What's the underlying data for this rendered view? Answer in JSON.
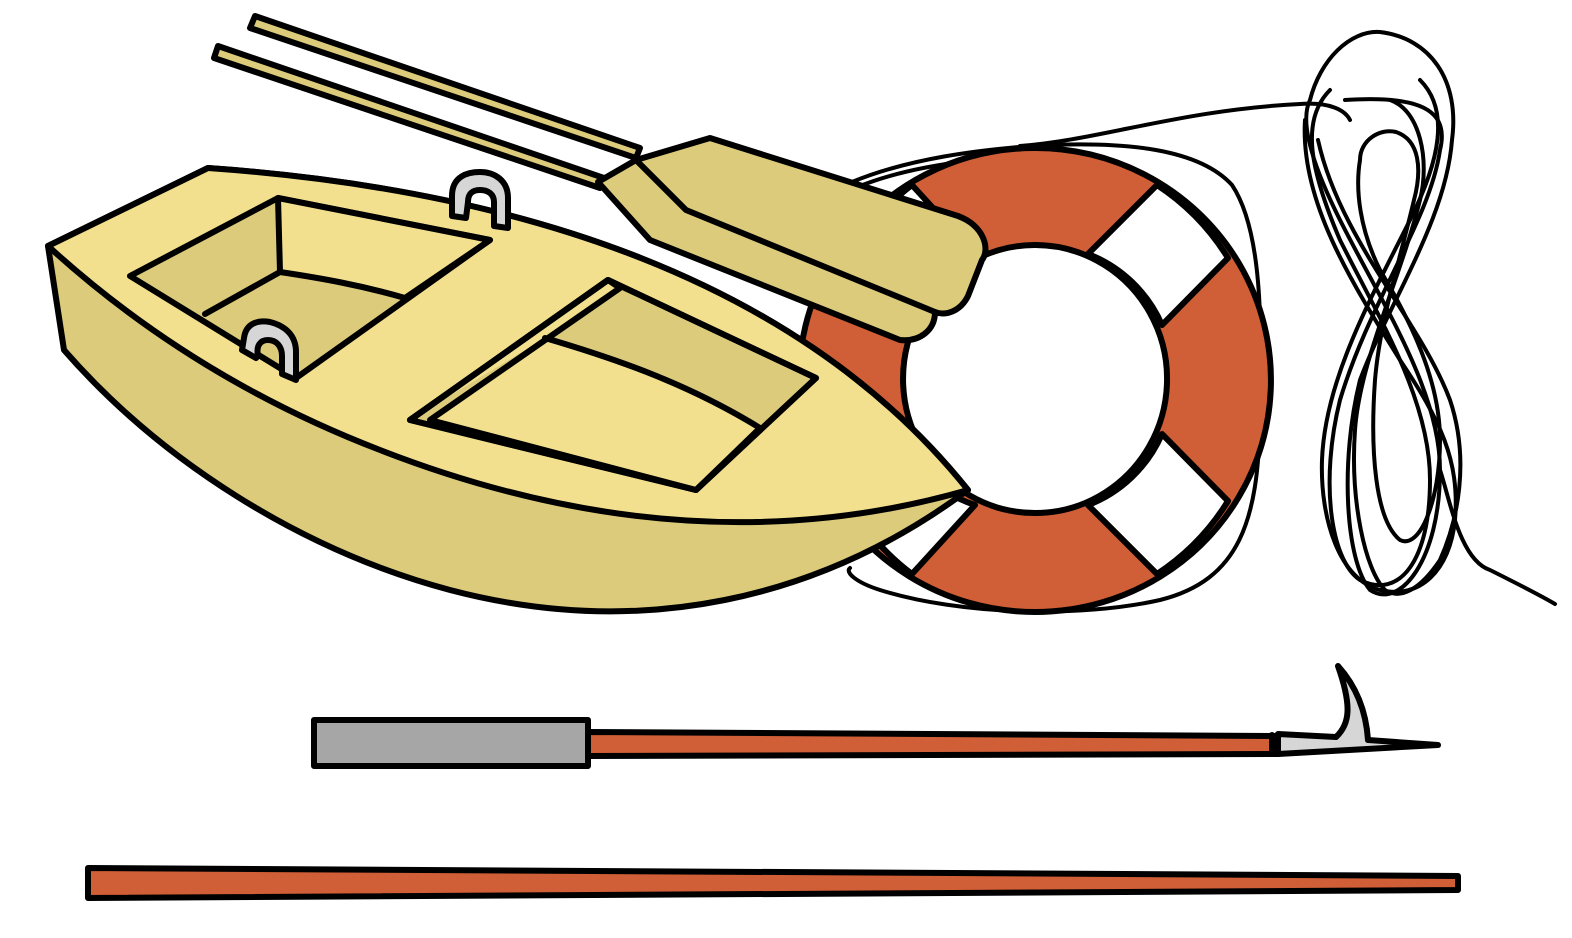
{
  "colors": {
    "outline": "#000000",
    "hull_light": "#f3e08f",
    "hull_dark": "#ddcb7c",
    "oar_wood": "#ddcb7c",
    "lifebuoy_orange": "#d05e36",
    "lifebuoy_white": "#ffffff",
    "pole_orange": "#d05e36",
    "grip_gray": "#a6a6a6",
    "metal_light": "#d6d6d6",
    "background": "#ffffff"
  },
  "objects": [
    {
      "id": "rowboat",
      "icon": "rowboat-icon"
    },
    {
      "id": "oar",
      "icon": "oar-icon"
    },
    {
      "id": "oarlock-rear",
      "icon": "oarlock-icon"
    },
    {
      "id": "oarlock-front",
      "icon": "oarlock-icon"
    },
    {
      "id": "lifebuoy",
      "icon": "lifebuoy-ring-icon"
    },
    {
      "id": "coiled-rope",
      "icon": "coiled-rope-icon"
    },
    {
      "id": "boat-hook",
      "icon": "boat-hook-icon"
    },
    {
      "id": "pole",
      "icon": "pole-icon"
    }
  ]
}
